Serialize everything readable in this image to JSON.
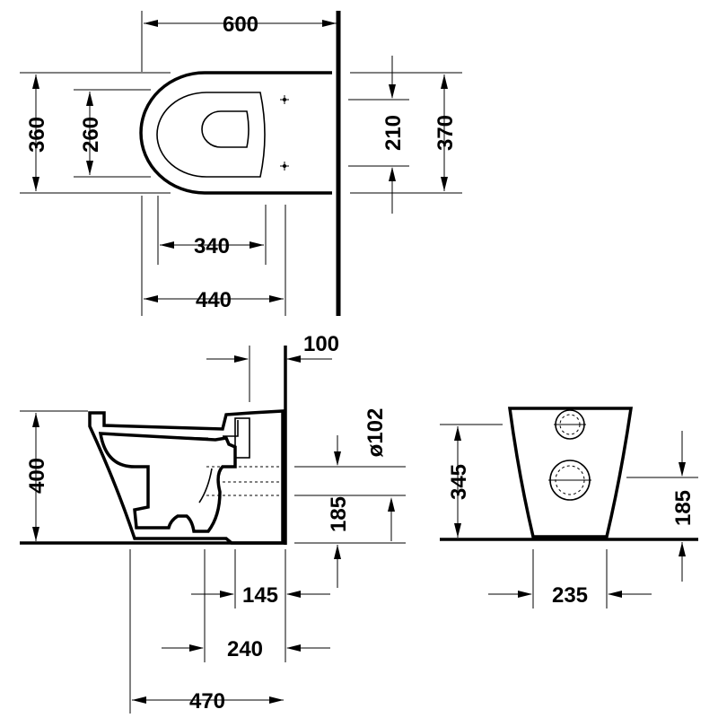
{
  "dimensions": {
    "top_width": "600",
    "top_depth_outer": "360",
    "top_depth_inner": "260",
    "top_fix_spacing": "210",
    "top_height_right": "370",
    "top_bolt_distance": "340",
    "top_seat_length": "440",
    "side_wall_gap": "100",
    "side_height": "400",
    "side_pipe_diameter": "ø102",
    "side_outlet_height": "185",
    "side_outlet_offset": "145",
    "side_foot_distance": "240",
    "side_depth": "470",
    "front_height": "345",
    "front_outlet_height": "185",
    "front_width": "235"
  },
  "colors": {
    "line": "#000000",
    "background": "#ffffff"
  }
}
